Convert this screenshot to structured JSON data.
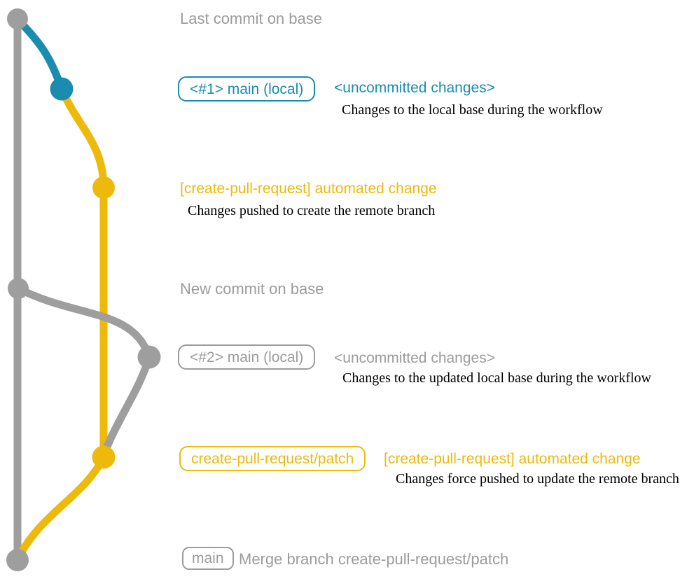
{
  "colors": {
    "branch_teal": "#1A8CB0",
    "branch_yellow": "#EDBA0C",
    "branch_gray": "#9E9E9E",
    "label_gray": "#9C9C9C",
    "note_black": "#000000",
    "background": "#FFFFFF"
  },
  "graph": {
    "nodes": [
      {
        "name": "last-commit-on-base",
        "color": "gray"
      },
      {
        "name": "local-main-commit-1",
        "color": "teal"
      },
      {
        "name": "automated-change-commit-1",
        "color": "yellow"
      },
      {
        "name": "new-commit-on-base",
        "color": "gray"
      },
      {
        "name": "local-main-commit-2",
        "color": "gray"
      },
      {
        "name": "automated-change-commit-2",
        "color": "yellow"
      },
      {
        "name": "merge-commit",
        "color": "gray"
      }
    ],
    "branch_colors": {
      "base": "gray",
      "local_main": "teal_then_gray",
      "remote_patch": "yellow"
    }
  },
  "annotations": {
    "row1": {
      "label": "Last commit on base"
    },
    "row2": {
      "badge": "<#1> main (local)",
      "status": "<uncommitted changes>",
      "note": "Changes to the local base during the workflow"
    },
    "row3": {
      "message": "[create-pull-request] automated change",
      "note": "Changes pushed to create the remote branch"
    },
    "row4": {
      "label": "New commit on base"
    },
    "row5": {
      "badge": "<#2> main (local)",
      "status": "<uncommitted changes>",
      "note": "Changes to the updated local base during the workflow"
    },
    "row6": {
      "badge": "create-pull-request/patch",
      "message": "[create-pull-request] automated change",
      "note": "Changes force pushed to update the remote branch"
    },
    "row7": {
      "badge": "main",
      "message": "Merge branch create-pull-request/patch"
    }
  }
}
